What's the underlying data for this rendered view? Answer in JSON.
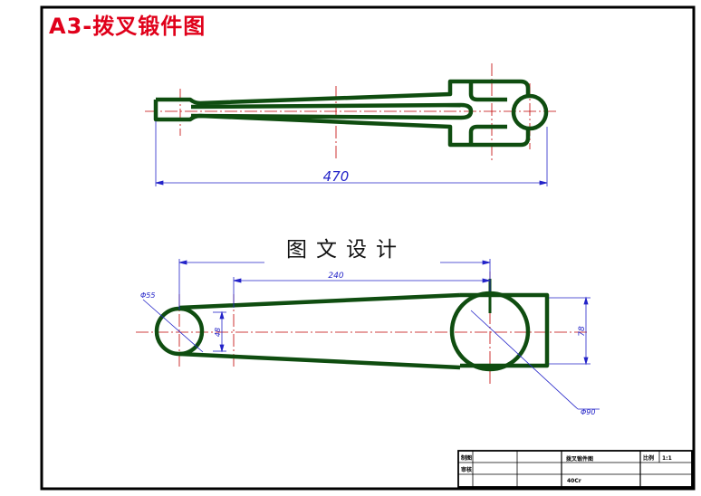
{
  "title": "A3-拨叉锻件图",
  "watermark": "图文设计",
  "dimensions": {
    "length_top": "470",
    "center_distance": "240",
    "left_circle_dia": "Φ55",
    "left_width": "48",
    "right_circle_dia": "Φ90",
    "right_width": "78"
  },
  "title_block": {
    "drafter_label": "制图",
    "checker_label": "审核",
    "part_name": "拨叉锻件图",
    "scale_label": "比例",
    "scale_value": "1:1",
    "material": "40Cr"
  },
  "colors": {
    "outline": "#0f4d10",
    "center_line": "#c00000",
    "dimension": "#2323c8",
    "frame": "#000000",
    "title": "#e0001a"
  }
}
